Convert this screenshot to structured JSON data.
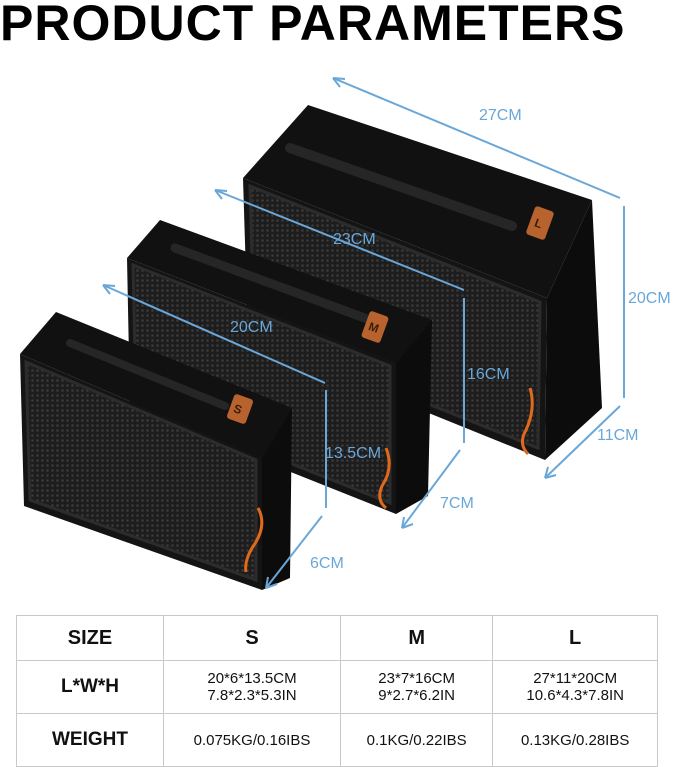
{
  "title": "PRODUCT PARAMETERS",
  "dimensions": {
    "large": {
      "length": "27CM",
      "height": "20CM",
      "width": "11CM",
      "tag": "L"
    },
    "medium": {
      "length": "23CM",
      "height": "16CM",
      "width": "7CM",
      "tag": "M"
    },
    "small": {
      "length": "20CM",
      "height": "13.5CM",
      "width": "6CM",
      "tag": "S"
    }
  },
  "table": {
    "header": {
      "size_label": "SIZE",
      "s": "S",
      "m": "M",
      "l": "L"
    },
    "lwh": {
      "label": "L*W*H",
      "s_cm": "20*6*13.5CM",
      "s_in": "7.8*2.3*5.3IN",
      "m_cm": "23*7*16CM",
      "m_in": "9*2.7*6.2IN",
      "l_cm": "27*11*20CM",
      "l_in": "10.6*4.3*7.8IN"
    },
    "weight": {
      "label": "WEIGHT",
      "s": "0.075KG/0.16IBS",
      "m": "0.1KG/0.22IBS",
      "l": "0.13KG/0.28IBS"
    }
  },
  "colors": {
    "bag": "#141414",
    "mesh": "#262626",
    "tag": "#b8632e",
    "zipper_pull": "#e06a1b",
    "dimension": "#6aa7d8"
  }
}
